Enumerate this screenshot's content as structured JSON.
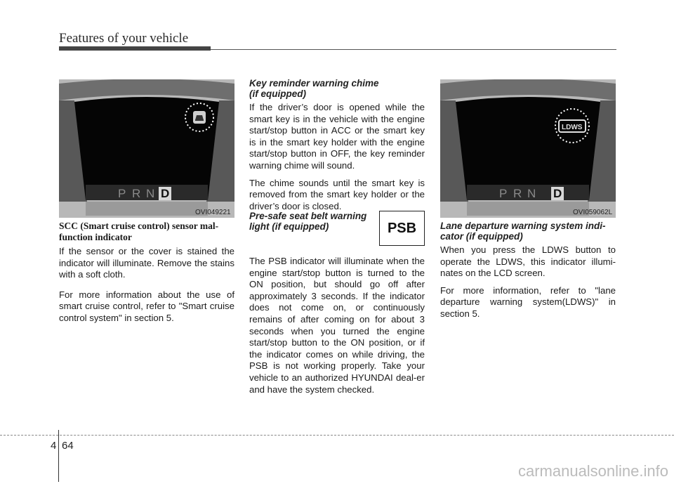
{
  "header": {
    "title": "Features of your vehicle"
  },
  "figures": [
    {
      "code": "OVI049221",
      "gear_letters": [
        "P",
        "R",
        "N",
        "D"
      ],
      "icon": "scc-sensor-icon"
    },
    {
      "code": "OVI059062L",
      "gear_letters": [
        "P",
        "R",
        "N",
        "D"
      ],
      "icon": "ldws-icon",
      "icon_text": "LDWS"
    }
  ],
  "column1": {
    "heading": "SCC (Smart cruise control) sensor mal-function indicator",
    "heading_line1": "SCC (Smart cruise control) sensor mal-",
    "heading_line2": "function indicator",
    "paragraphs": [
      "If the sensor or the cover is stained the indicator will illuminate. Remove the stains with a soft cloth.",
      "For more information about the use of smart cruise control, refer to \"Smart cruise control system\" in section 5."
    ]
  },
  "column2": {
    "heading1_line1": "Key reminder warning chime",
    "heading1_line2": "(if equipped)",
    "paragraphs1": [
      "If the driver’s door is opened while the smart key is in the vehicle with the engine start/stop button in ACC or the smart key is in the smart key holder with the engine start/stop button in OFF, the key reminder warning chime will sound.",
      "The chime sounds until the smart key is removed from the smart key holder or the driver’s door is closed."
    ],
    "heading2_line1": "Pre-safe seat belt warning",
    "heading2_line2": "light (if equipped)",
    "psb_label": "PSB",
    "paragraph2": "The PSB indicator will illuminate when the engine start/stop button is turned to the ON position, but should go off after approximately 3 seconds. If the indicator does not come on, or continuously remains of after coming on for about 3 seconds when you turned the engine start/stop button to the ON position, or if the indicator comes on while driving, the PSB is not working properly. Take your vehicle to an authorized HYUNDAI deal-er and have the system checked."
  },
  "column3": {
    "heading_line1": "Lane departure warning system indi-",
    "heading_line2": "cator (if equipped)",
    "paragraphs": [
      "When you press the LDWS button to operate the LDWS, this indicator illumi-nates on the LCD screen.",
      "For more information, refer to \"lane departure warning system(LDWS)\" in section 5."
    ]
  },
  "footer": {
    "section": "4",
    "page": "64",
    "watermark": "carmanualsonline.info"
  }
}
